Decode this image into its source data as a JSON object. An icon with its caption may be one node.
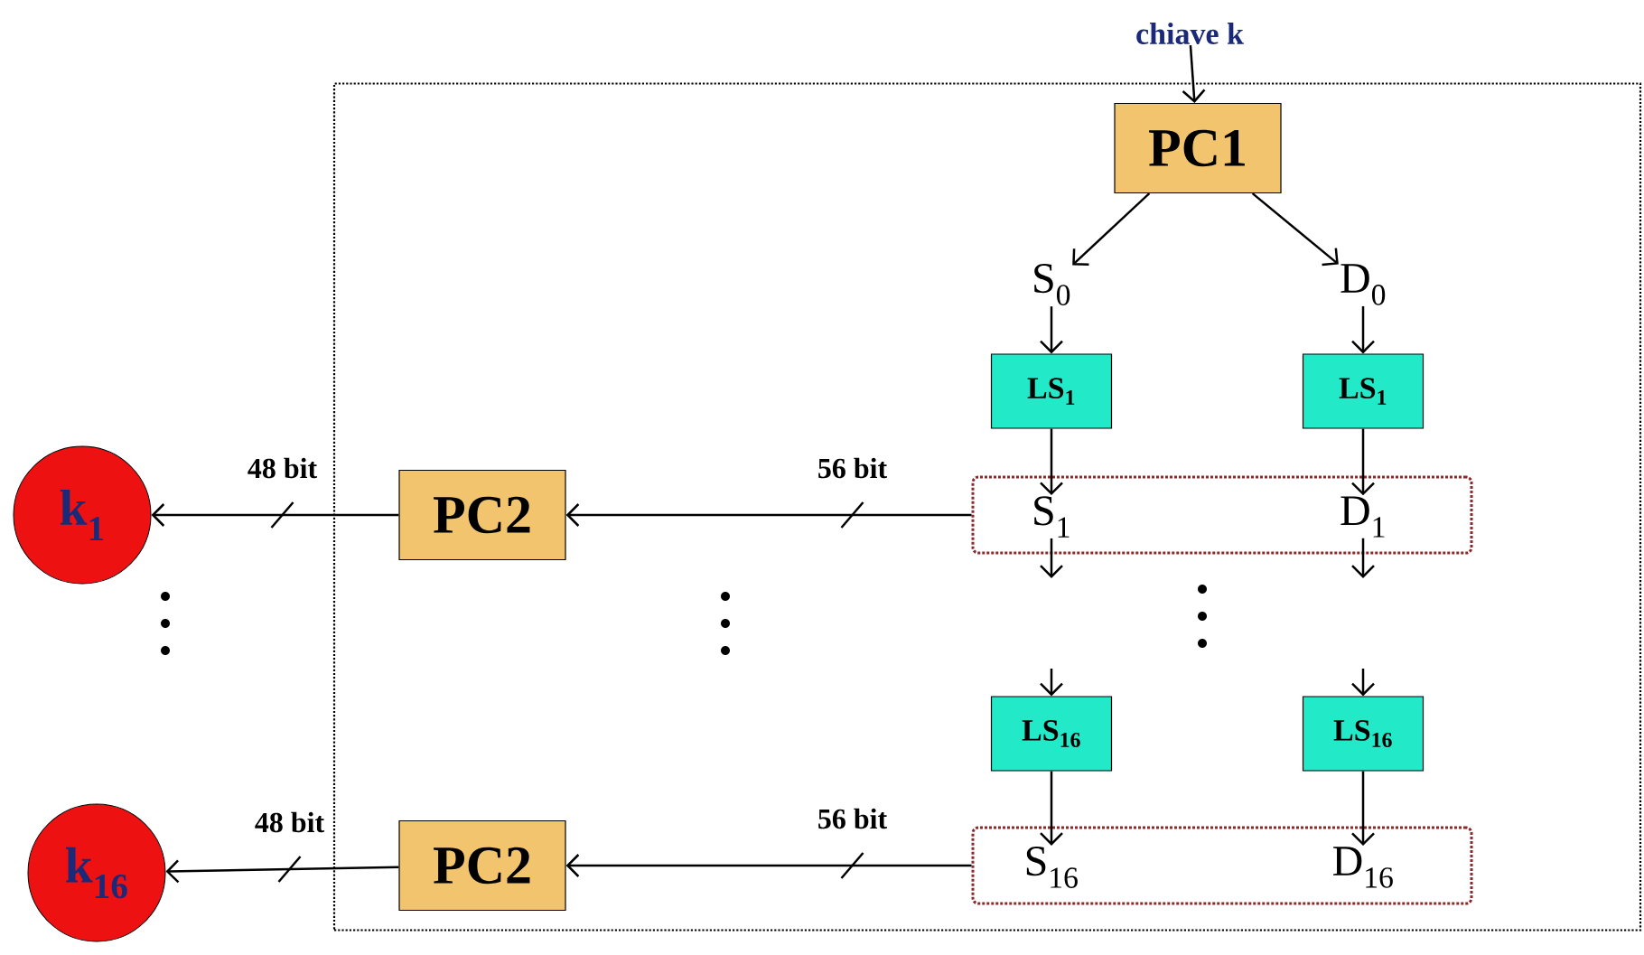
{
  "diagram": {
    "nodes": [
      {
        "text": [],
        "shape": "box"
      },
      {
        "text": [
          "chiave k"
        ]
      },
      {
        "text": [
          "PC1"
        ],
        "in": 0
      },
      {
        "text": [
          "S$_{0}$"
        ],
        "in": 0
      },
      {
        "text": [
          "D$_{0}$"
        ],
        "in": 0
      },
      {
        "text": [
          "LS$_{1}$"
        ],
        "in": 0
      },
      {
        "text": [
          "LS$_{1}$"
        ],
        "in": 0
      },
      {
        "text": [],
        "shape": "box",
        "in": 0
      },
      {
        "text": [
          "S$_{1}$"
        ],
        "in": 7
      },
      {
        "text": [
          "D$_{1}$"
        ],
        "in": 7
      },
      {
        "text": [
          "LS$_{16}$"
        ],
        "in": 0
      },
      {
        "text": [
          "LS$_{16}$"
        ],
        "in": 0
      },
      {
        "text": [],
        "shape": "box",
        "in": 0
      },
      {
        "text": [
          "S$_{16}$"
        ],
        "in": 12
      },
      {
        "text": [
          "D$_{16}$"
        ],
        "in": 12
      },
      {
        "text": [
          "PC2"
        ],
        "in": 0
      },
      {
        "text": [
          "PC2"
        ],
        "in": 0
      },
      {
        "text": [
          "k$_{1}$"
        ]
      },
      {
        "text": [
          "k$_{16}$"
        ]
      }
    ],
    "edges": [
      {
        "from": 1,
        "to": 2,
        "arrow": "to"
      },
      {
        "from": 2,
        "to": 3,
        "arrow": "to"
      },
      {
        "from": 2,
        "to": 4,
        "arrow": "to"
      },
      {
        "from": 3,
        "to": 5,
        "arrow": "to"
      },
      {
        "from": 4,
        "to": 6,
        "arrow": "to"
      },
      {
        "from": 5,
        "to": 8,
        "arrow": "to"
      },
      {
        "from": 6,
        "to": 9,
        "arrow": "to"
      },
      {
        "from": 8,
        "to": null,
        "arrow": "to"
      },
      {
        "from": 9,
        "to": null,
        "arrow": "to"
      },
      {
        "from": null,
        "to": 10,
        "arrow": "to"
      },
      {
        "from": null,
        "to": 11,
        "arrow": "to"
      },
      {
        "from": 10,
        "to": 13,
        "arrow": "to"
      },
      {
        "from": 11,
        "to": 14,
        "arrow": "to"
      },
      {
        "from": 7,
        "to": 15,
        "arrow": "to",
        "label": "56 bit"
      },
      {
        "from": 15,
        "to": 17,
        "arrow": "to",
        "label": "48 bit"
      },
      {
        "from": 12,
        "to": 16,
        "arrow": "to",
        "label": "56 bit"
      },
      {
        "from": 16,
        "to": 18,
        "arrow": "to",
        "label": "48 bit"
      }
    ]
  }
}
